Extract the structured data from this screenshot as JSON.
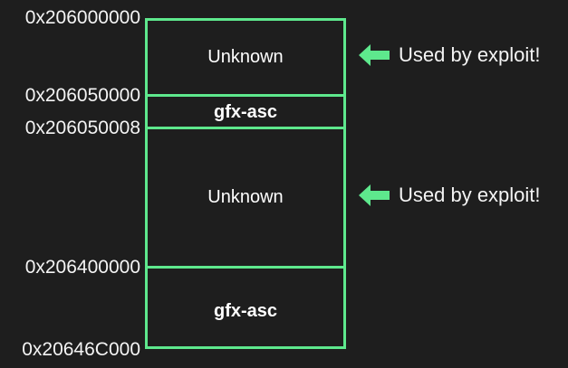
{
  "diagram": {
    "title": "Memory layout diagram",
    "background_color": "#1e1e1e",
    "accent_color": "#5ee88d",
    "text_color": "#f4f4f4",
    "addresses": [
      {
        "label": "0x206000000"
      },
      {
        "label": "0x206050000"
      },
      {
        "label": "0x206050008"
      },
      {
        "label": "0x206400000"
      },
      {
        "label": "0x20646C000"
      }
    ],
    "regions": [
      {
        "label": "Unknown",
        "bold": false
      },
      {
        "label": "gfx-asc",
        "bold": true
      },
      {
        "label": "Unknown",
        "bold": false
      },
      {
        "label": "gfx-asc",
        "bold": true
      }
    ],
    "annotations": [
      {
        "icon": "arrow-left-icon",
        "text": "Used by exploit!"
      },
      {
        "icon": "arrow-left-icon",
        "text": "Used by exploit!"
      }
    ]
  }
}
